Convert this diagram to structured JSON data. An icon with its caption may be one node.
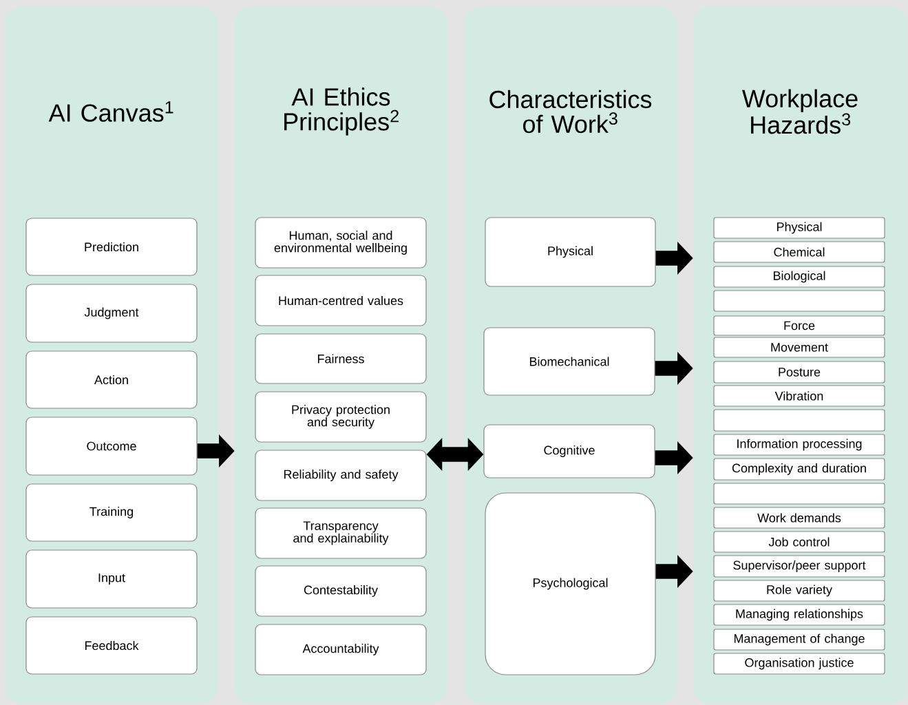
{
  "diagram": {
    "nodes": [
      {
        "text": [
          "AI Canvas$^{1}$"
        ]
      },
      {
        "text": [
          "Prediction"
        ],
        "in": 0
      },
      {
        "text": [
          "Judgment"
        ],
        "in": 0
      },
      {
        "text": [
          "Action"
        ],
        "in": 0
      },
      {
        "text": [
          "Outcome"
        ],
        "in": 0
      },
      {
        "text": [
          "Training"
        ],
        "in": 0
      },
      {
        "text": [
          "Input"
        ],
        "in": 0
      },
      {
        "text": [
          "Feedback"
        ],
        "in": 0
      },
      {
        "text": [
          "AI Ethics Principles$^{2}$"
        ]
      },
      {
        "text": [
          "Human, social and environmental wellbeing"
        ],
        "in": 8
      },
      {
        "text": [
          "Human-centred values"
        ],
        "in": 8
      },
      {
        "text": [
          "Fairness"
        ],
        "in": 8
      },
      {
        "text": [
          "Privacy protection and security"
        ],
        "in": 8
      },
      {
        "text": [
          "Reliability and safety"
        ],
        "in": 8
      },
      {
        "text": [
          "Transparency and explainability"
        ],
        "in": 8
      },
      {
        "text": [
          "Contestability"
        ],
        "in": 8
      },
      {
        "text": [
          "Accountability"
        ],
        "in": 8
      },
      {
        "text": [
          "Characteristics of Work$^{3}$"
        ]
      },
      {
        "text": [
          "Physical"
        ],
        "in": 17
      },
      {
        "text": [
          "Biomechanical"
        ],
        "in": 17
      },
      {
        "text": [
          "Cognitive"
        ],
        "in": 17
      },
      {
        "text": [
          "Psychological"
        ],
        "in": 17
      },
      {
        "text": [
          "Workplace Hazards$^{3}$"
        ]
      },
      {
        "text": [
          "Physical"
        ],
        "in": 22
      },
      {
        "text": [
          "Chemical"
        ],
        "in": 22
      },
      {
        "text": [
          "Biological"
        ],
        "in": 22
      },
      {
        "text": [],
        "shape": "box",
        "in": 22
      },
      {
        "text": [
          "Force"
        ],
        "in": 22
      },
      {
        "text": [
          "Movement"
        ],
        "in": 22
      },
      {
        "text": [
          "Posture"
        ],
        "in": 22
      },
      {
        "text": [
          "Vibration"
        ],
        "in": 22
      },
      {
        "text": [],
        "shape": "box",
        "in": 22
      },
      {
        "text": [
          "Information processing"
        ],
        "in": 22
      },
      {
        "text": [
          "Complexity and duration"
        ],
        "in": 22
      },
      {
        "text": [],
        "shape": "box",
        "in": 22
      },
      {
        "text": [
          "Work demands"
        ],
        "in": 22
      },
      {
        "text": [
          "Job control"
        ],
        "in": 22
      },
      {
        "text": [
          "Supervisor/peer support"
        ],
        "in": 22
      },
      {
        "text": [
          "Role variety"
        ],
        "in": 22
      },
      {
        "text": [
          "Managing relationships"
        ],
        "in": 22
      },
      {
        "text": [
          "Management of change"
        ],
        "in": 22
      },
      {
        "text": [
          "Organisation justice"
        ],
        "in": 22
      }
    ],
    "edges": [
      {
        "from": 4,
        "to": 8,
        "arrow": "to"
      },
      {
        "from": 13,
        "to": 20,
        "arrow": "both"
      },
      {
        "from": 18,
        "to": 22,
        "arrow": "to"
      },
      {
        "from": 19,
        "to": 22,
        "arrow": "to"
      },
      {
        "from": 20,
        "to": 22,
        "arrow": "to"
      },
      {
        "from": 21,
        "to": 22,
        "arrow": "to"
      }
    ]
  }
}
